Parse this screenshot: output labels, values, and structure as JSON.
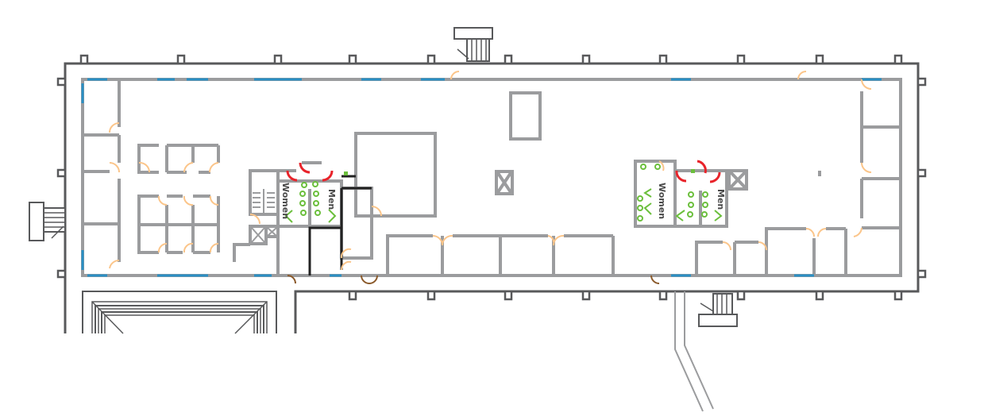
{
  "plan": {
    "restroom_left": {
      "women_label": "Women",
      "men_label": "Men"
    },
    "restroom_right": {
      "women_label": "Women",
      "men_label": "Men"
    }
  },
  "colors": {
    "wall": "#9b9c9e",
    "exterior": "#58595b",
    "window": "#2a8fc4",
    "door": "#fbc58a",
    "restroom_door": "#e8232a",
    "fixture": "#6bbf3c",
    "exit_door": "#8b5a2b"
  }
}
